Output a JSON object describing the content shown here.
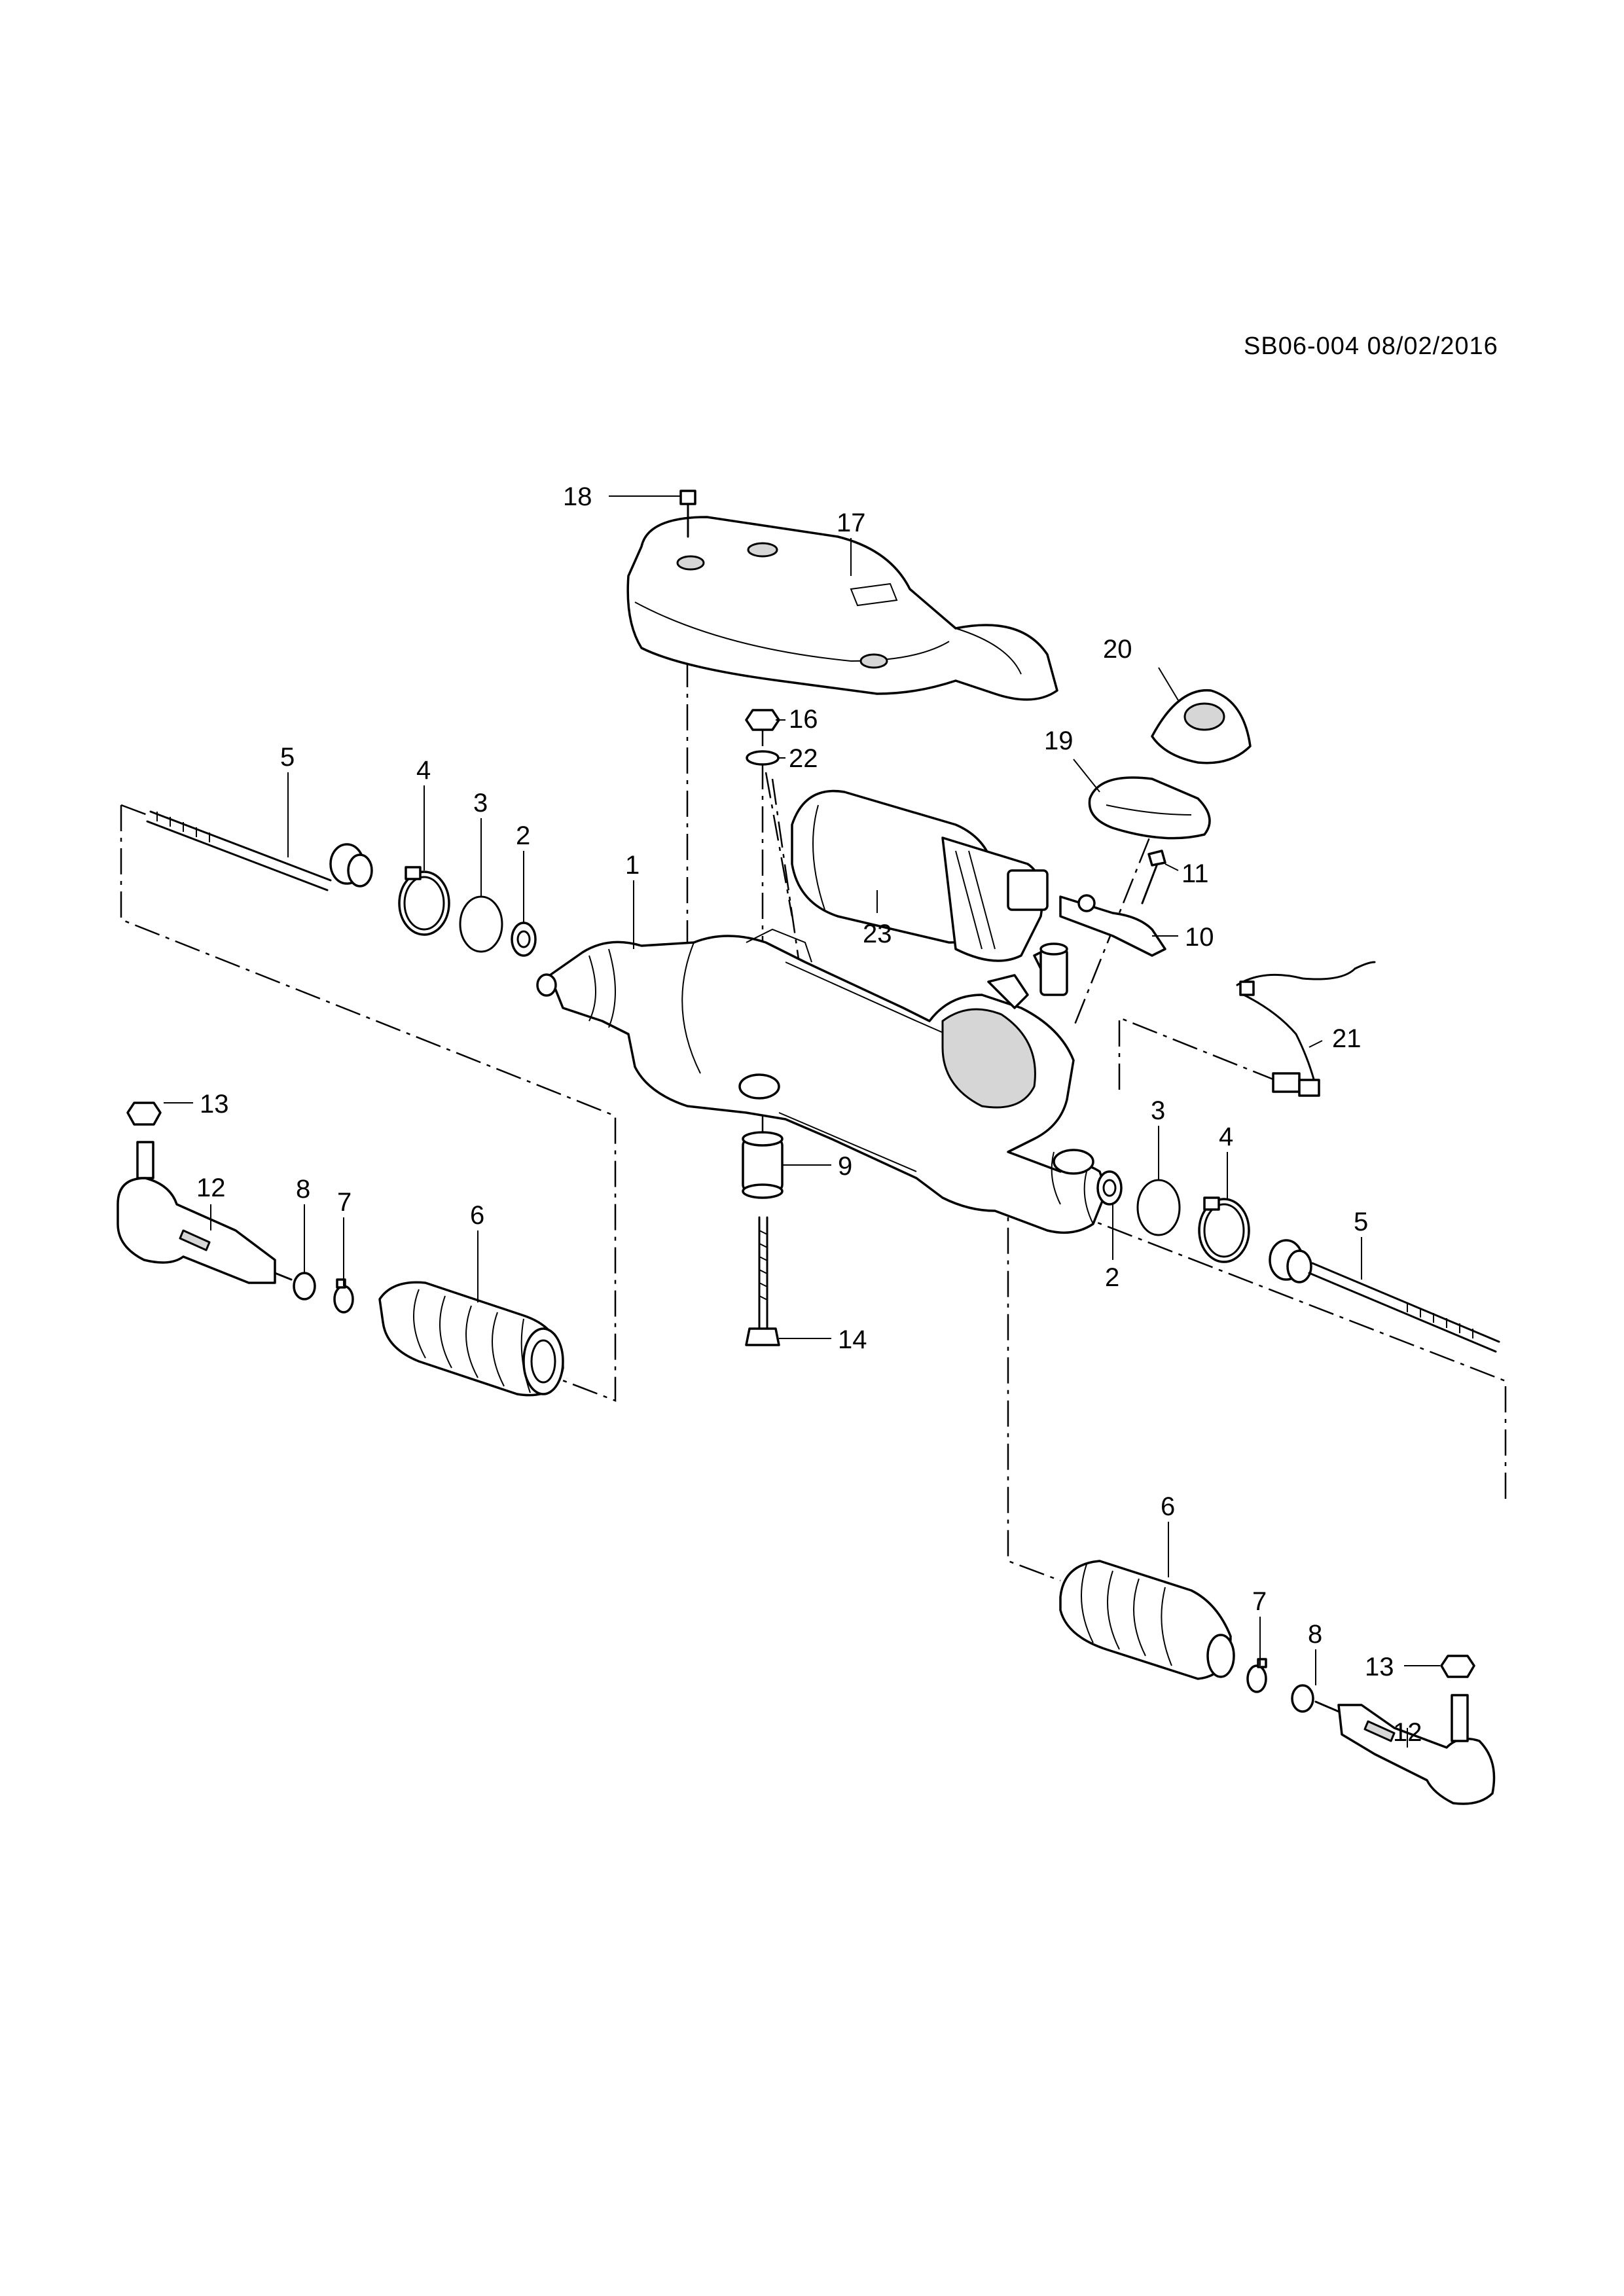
{
  "document": {
    "code_date": "SB06-004  08/02/2016"
  },
  "callouts": [
    {
      "id": "c18",
      "label": "18"
    },
    {
      "id": "c17",
      "label": "17"
    },
    {
      "id": "c16",
      "label": "16"
    },
    {
      "id": "c22",
      "label": "22"
    },
    {
      "id": "c20",
      "label": "20"
    },
    {
      "id": "c19",
      "label": "19"
    },
    {
      "id": "c11",
      "label": "11"
    },
    {
      "id": "c10",
      "label": "10"
    },
    {
      "id": "c23",
      "label": "23"
    },
    {
      "id": "c21",
      "label": "21"
    },
    {
      "id": "c1",
      "label": "1"
    },
    {
      "id": "c5a",
      "label": "5"
    },
    {
      "id": "c4a",
      "label": "4"
    },
    {
      "id": "c3a",
      "label": "3"
    },
    {
      "id": "c2a",
      "label": "2"
    },
    {
      "id": "c13a",
      "label": "13"
    },
    {
      "id": "c12a",
      "label": "12"
    },
    {
      "id": "c8a",
      "label": "8"
    },
    {
      "id": "c7a",
      "label": "7"
    },
    {
      "id": "c6a",
      "label": "6"
    },
    {
      "id": "c9",
      "label": "9"
    },
    {
      "id": "c14",
      "label": "14"
    },
    {
      "id": "c3b",
      "label": "3"
    },
    {
      "id": "c4b",
      "label": "4"
    },
    {
      "id": "c2b",
      "label": "2"
    },
    {
      "id": "c5b",
      "label": "5"
    },
    {
      "id": "c6b",
      "label": "6"
    },
    {
      "id": "c7b",
      "label": "7"
    },
    {
      "id": "c8b",
      "label": "8"
    },
    {
      "id": "c13b",
      "label": "13"
    },
    {
      "id": "c12b",
      "label": "12"
    }
  ]
}
